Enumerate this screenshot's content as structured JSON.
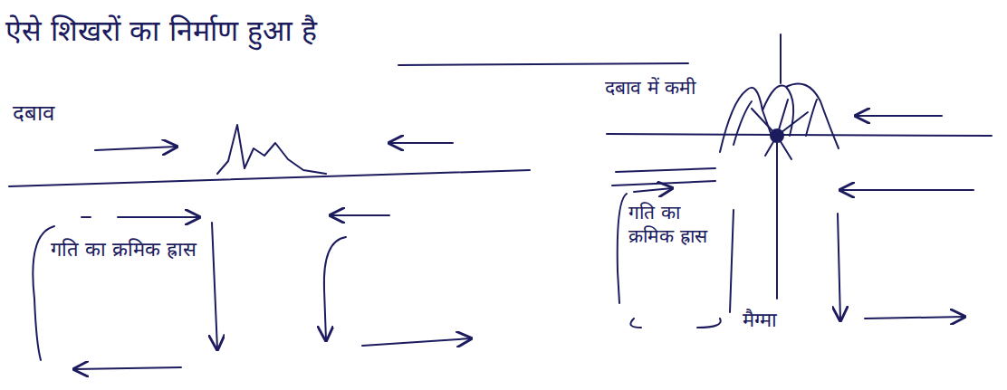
{
  "diagram": {
    "title": "ऐसे शिखरों का निर्माण हुआ है",
    "labels": [
      "दबाव",
      "गति का क्रमिक ह्रास",
      "दबाव में कमी",
      "गति का क्रमिक ह्रास",
      "मैग्मा"
    ]
  }
}
